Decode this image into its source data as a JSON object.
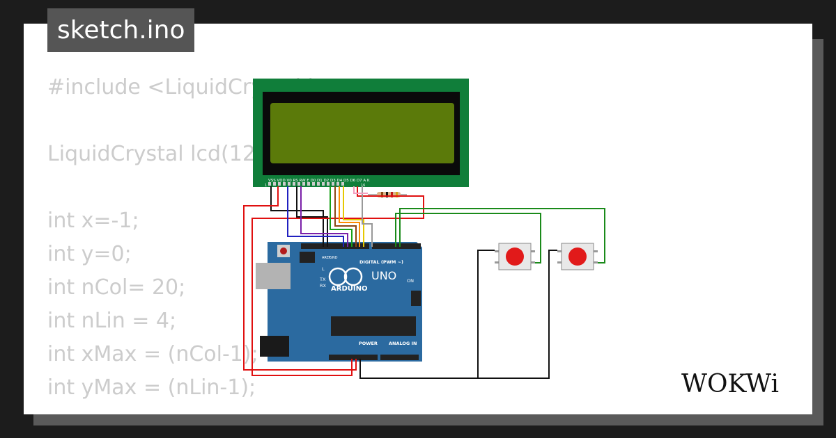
{
  "title": "sketch.ino",
  "code_lines": [
    "#include <LiquidCrystal.h>",
    "",
    "LiquidCrystal lcd(12",
    "",
    "int x=-1;",
    "int y=0;",
    "int nCol= 20;",
    "int nLin = 4;",
    "int xMax = (nCol-1);",
    "int yMax = (nLin-1);"
  ],
  "board": {
    "brand": "ARDUINO",
    "model": "UNO",
    "digital_label": "DIGITAL (PWM ~)",
    "power_label": "POWER",
    "analog_label": "ANALOG IN",
    "on_label": "ON",
    "l_label": "L",
    "tx_label": "TX",
    "rx_label": "RX",
    "aref_label": "AREF",
    "gnd_label": "GND"
  },
  "lcd": {
    "pin_labels": "VSS VDD V0 RS RW E D0 D1 D2 D3 D4 D5 D6 D7 A K",
    "pin_first": "1",
    "pin_last": "16"
  },
  "logo_text": "WOKWi",
  "colors": {
    "background": "#1c1c1c",
    "panel": "#ffffff",
    "tab": "#555555",
    "code_text": "#cccccc",
    "lcd_frame": "#107e3a",
    "lcd_screen": "#5b7a0a",
    "board": "#2b6aa0",
    "button_cap": "#e11a1a"
  }
}
